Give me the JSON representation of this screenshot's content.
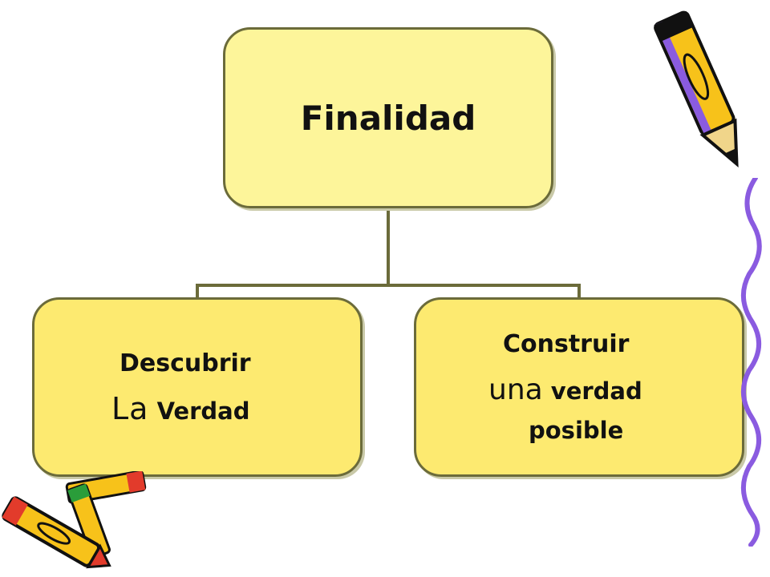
{
  "diagram": {
    "root": {
      "label": "Finalidad"
    },
    "children": [
      {
        "line1": "Descubrir",
        "line2_big": "La",
        "line2_rest": " Verdad"
      },
      {
        "line1": "Construir",
        "line2_big": "una",
        "line2_rest": " verdad",
        "line3": "posible"
      }
    ]
  },
  "colors": {
    "root_fill": "#fdf59a",
    "child_fill": "#fdea70",
    "border": "#6b6b3a",
    "accent_purple": "#8a5be0",
    "pencil_yellow": "#f7c21a"
  },
  "icons": [
    "pencil-icon",
    "crayon-bundle-icon",
    "squiggle-border"
  ]
}
